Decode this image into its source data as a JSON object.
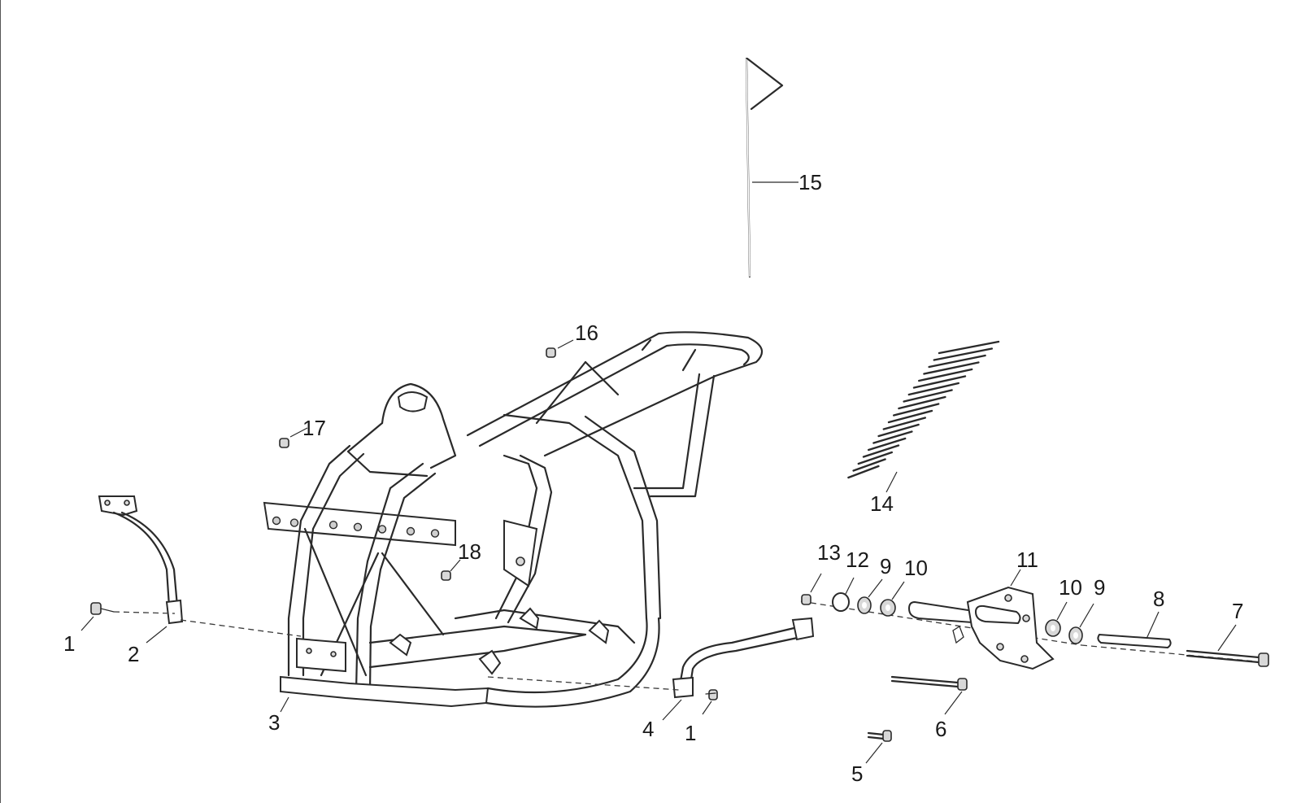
{
  "callouts": [
    {
      "id": "c1a",
      "text": "1"
    },
    {
      "id": "c2",
      "text": "2"
    },
    {
      "id": "c3",
      "text": "3"
    },
    {
      "id": "c4",
      "text": "4"
    },
    {
      "id": "c1b",
      "text": "1"
    },
    {
      "id": "c5",
      "text": "5"
    },
    {
      "id": "c6",
      "text": "6"
    },
    {
      "id": "c7",
      "text": "7"
    },
    {
      "id": "c8",
      "text": "8"
    },
    {
      "id": "c9a",
      "text": "9"
    },
    {
      "id": "c10a",
      "text": "10"
    },
    {
      "id": "c11",
      "text": "11"
    },
    {
      "id": "c10b",
      "text": "10"
    },
    {
      "id": "c9b",
      "text": "9"
    },
    {
      "id": "c12",
      "text": "12"
    },
    {
      "id": "c13",
      "text": "13"
    },
    {
      "id": "c14",
      "text": "14"
    },
    {
      "id": "c15",
      "text": "15"
    },
    {
      "id": "c16",
      "text": "16"
    },
    {
      "id": "c17",
      "text": "17"
    },
    {
      "id": "c18",
      "text": "18"
    }
  ]
}
